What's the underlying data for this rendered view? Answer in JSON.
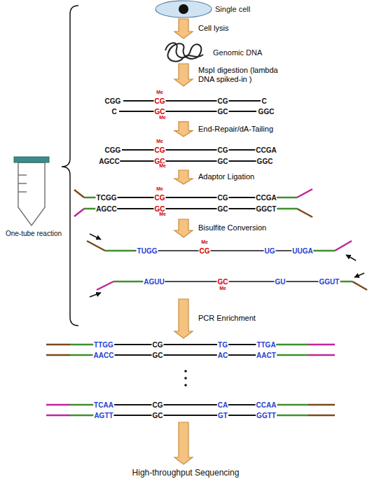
{
  "diagram": {
    "nodes": [
      {
        "text": [
          "Single cell"
        ]
      },
      {
        "text": [
          "Genomic DNA"
        ]
      },
      {
        "text": [
          "CGG",
          "Me",
          "CG",
          "CG",
          "C",
          "C",
          "GC",
          "Me",
          "GC",
          "GGC"
        ]
      },
      {
        "text": [
          "CGG",
          "Me",
          "CG",
          "CG",
          "CCGA",
          "AGCC",
          "GC",
          "Me",
          "GC",
          "GGC"
        ]
      },
      {
        "text": [
          "TCGG",
          "Me",
          "CG",
          "CG",
          "CCGA",
          "AGCC",
          "GC",
          "Me",
          "GC",
          "GGCT"
        ]
      },
      {
        "text": [
          "TUGG",
          "Me",
          "CG",
          "UG",
          "UUGA",
          "AGUU",
          "GC",
          "Me",
          "GU",
          "GGUT"
        ]
      },
      {
        "text": [
          "TTGG",
          "CG",
          "TG",
          "TTGA",
          "AACC",
          "GC",
          "AC",
          "AACT",
          "TCAA",
          "CG",
          "CA",
          "CCAA",
          "AGTT",
          "GC",
          "GT",
          "GGTT"
        ]
      },
      {
        "text": [
          "High-throughput Sequencing"
        ]
      },
      {
        "text": [
          "One-tube reaction"
        ]
      }
    ],
    "edges": [
      {
        "from": 0,
        "to": 1,
        "arrow": "to",
        "label": "Cell lysis"
      },
      {
        "from": 1,
        "to": 2,
        "arrow": "to",
        "label": "MspI digestion (lambda DNA spiked-in )"
      },
      {
        "from": 2,
        "to": 3,
        "arrow": "to",
        "label": "End-Repair/dA-Tailing"
      },
      {
        "from": 3,
        "to": 4,
        "arrow": "to",
        "label": "Adaptor Ligation"
      },
      {
        "from": 4,
        "to": 5,
        "arrow": "to",
        "label": "Bisulfite Conversion"
      },
      {
        "from": 5,
        "to": 6,
        "arrow": "to",
        "label": "PCR Enrichment"
      },
      {
        "from": 6,
        "to": 7,
        "arrow": "to"
      }
    ]
  }
}
